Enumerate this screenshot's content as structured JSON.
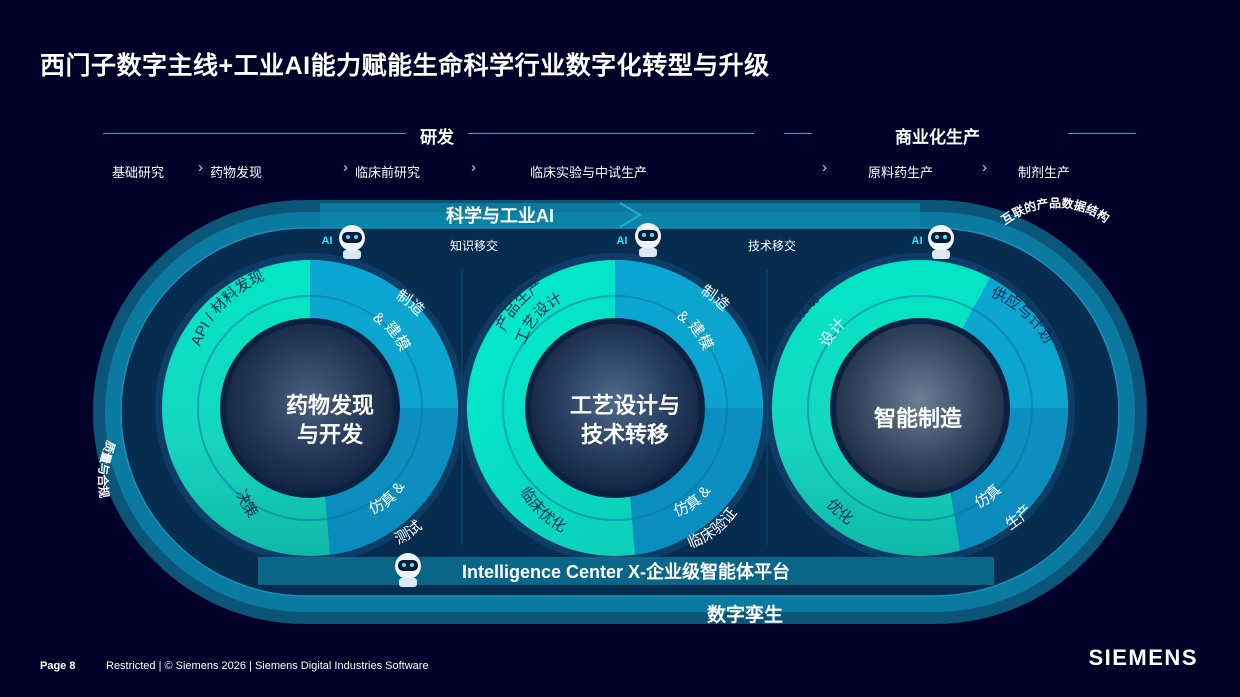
{
  "title": "西门子数字主线+工业AI能力赋能生命科学行业数字化转型与升级",
  "phases": {
    "rd": "研发",
    "commercial": "商业化生产"
  },
  "steps": [
    "基础研究",
    "药物发现",
    "临床前研究",
    "临床实验与中试生产",
    "原料药生产",
    "制剂生产"
  ],
  "chevron": "›",
  "bands": {
    "top": "科学与工业AI",
    "bottom_platform": "Intelligence Center X-企业级智能体平台",
    "bottom": "数字孪生",
    "right": "互联的产品数据结构",
    "left": "质量与合规"
  },
  "transfers": {
    "knowledge": "知识移交",
    "technology": "技术移交"
  },
  "ai_badge": "AI",
  "circles": [
    {
      "center_line1": "药物发现",
      "center_line2": "与开发",
      "labels": {
        "top_left": "API / 材料发现",
        "top_right_1": "制造",
        "top_right_2": "& 建模",
        "bottom_left": "决策",
        "bottom_right_1": "仿真 &",
        "bottom_right_2": "测试"
      }
    },
    {
      "center_line1": "工艺设计与",
      "center_line2": "技术转移",
      "labels": {
        "top_left_1": "产品生产",
        "top_left_2": "工艺设计",
        "top_right_1": "制造",
        "top_right_2": "& 建模",
        "bottom_left": "临床优化",
        "bottom_right_1": "仿真 &",
        "bottom_right_2": "临床验证"
      }
    },
    {
      "center_line1": "智能制造",
      "labels": {
        "top_left_1": "规划",
        "top_left_2": "设计",
        "top_right": "供应与计划",
        "bottom_left": "优化",
        "bottom_right_1": "仿真",
        "bottom_right_2": "生产"
      }
    }
  ],
  "footer": {
    "page": "Page 8",
    "info": "Restricted | © Siemens 2026 | Siemens Digital Industries Software"
  },
  "logo": "SIEMENS",
  "colors": {
    "background": "#000028",
    "accent_teal": "#00e8c8",
    "accent_blue": "#009fd8",
    "band": "#0b6b8c"
  }
}
